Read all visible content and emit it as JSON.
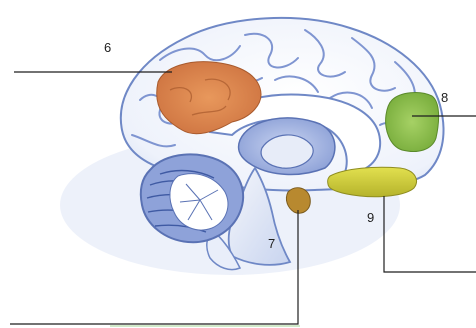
{
  "labels": {
    "l6": "6",
    "l7": "7",
    "l8": "8",
    "l9": "9"
  },
  "colors": {
    "orange_region": "#d9834c",
    "green_region": "#8fc14a",
    "yellow_region": "#d5d43b",
    "small_orange_region": "#b8892f",
    "brain_outline": "#6f88c6",
    "brain_fill": "#f4f6fb"
  }
}
